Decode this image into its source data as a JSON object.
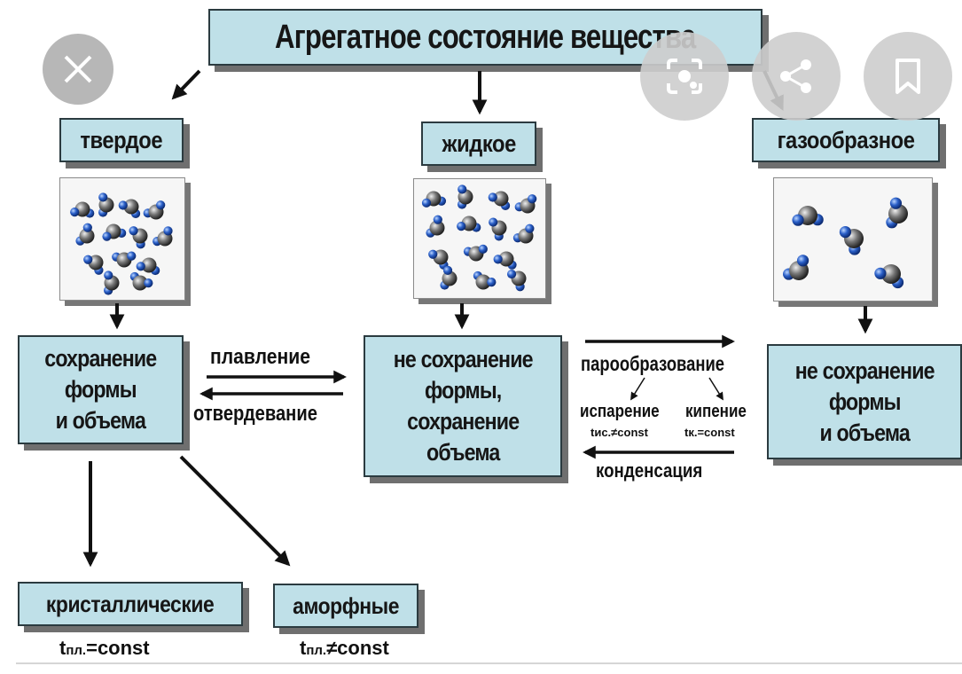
{
  "title": "Агрегатное состояние вещества",
  "states": {
    "solid": {
      "label": "твердое",
      "property": [
        "сохранение",
        "формы",
        "и объема"
      ]
    },
    "liquid": {
      "label": "жидкое",
      "property": [
        "не сохранение",
        "формы,",
        "сохранение",
        "объема"
      ]
    },
    "gas": {
      "label": "газообразное",
      "property": [
        "не сохранение",
        "формы",
        "и объема"
      ]
    }
  },
  "transitions": {
    "melting": "плавление",
    "solidification": "отвердевание",
    "vaporization": "парообразование",
    "evaporation": "испарение",
    "boiling": "кипение",
    "evaporation_note": "tис.≠const",
    "boiling_note": "tк.=const",
    "condensation": "конденсация"
  },
  "solid_types": {
    "crystalline": {
      "label": "кристаллические",
      "note_t": "t",
      "note_sub": "пл.",
      "note_rest": "=const"
    },
    "amorphous": {
      "label": "аморфные",
      "note_t": "t",
      "note_sub": "пл.",
      "note_rest": "≠const"
    }
  },
  "overlay": {
    "close": "close-icon",
    "lens": "lens-icon",
    "share": "share-icon",
    "bookmark": "bookmark-icon"
  }
}
